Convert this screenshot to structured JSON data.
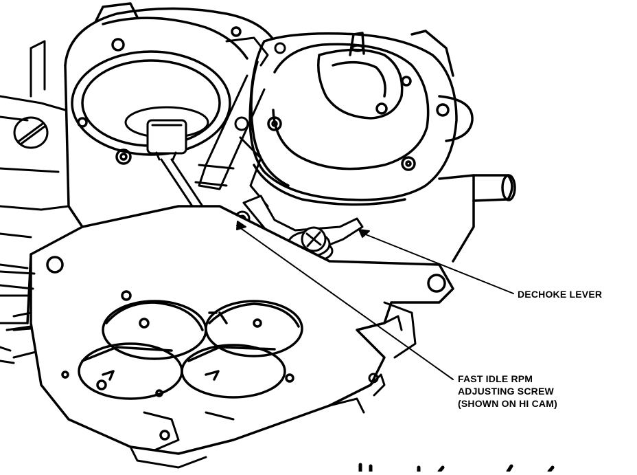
{
  "labels": {
    "dechoke": "DECHOKE LEVER",
    "fast_idle": [
      "FAST IDLE RPM",
      "ADJUSTING SCREW",
      "(SHOWN ON HI CAM)"
    ]
  },
  "colors": {
    "ink": "#000000",
    "paper": "#ffffff"
  }
}
